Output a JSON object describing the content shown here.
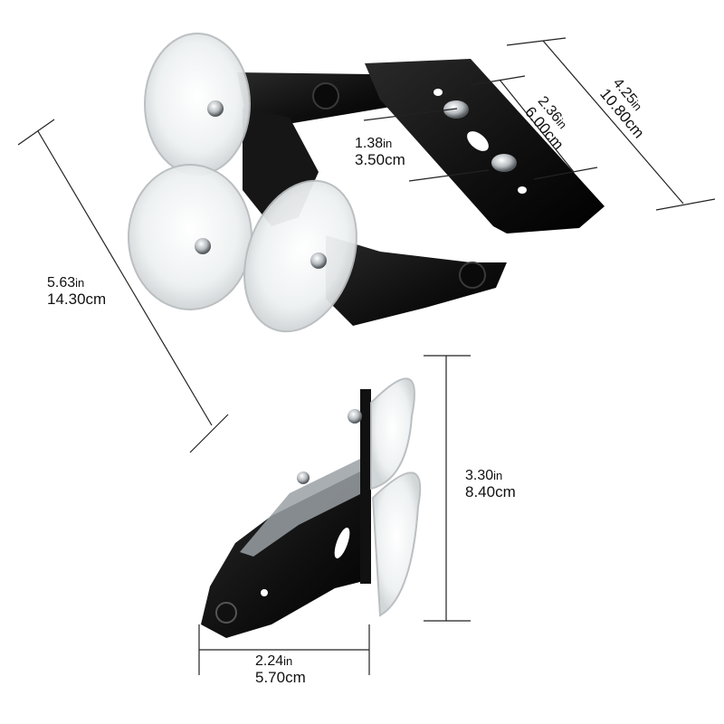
{
  "measurements": {
    "bracket_width": {
      "inches": "4.25",
      "inch_unit": "in",
      "cm": "10.80cm"
    },
    "hole_span": {
      "inches": "2.36",
      "inch_unit": "in",
      "cm": "6.00cm"
    },
    "hole_gap": {
      "inches": "1.38",
      "inch_unit": "in",
      "cm": "3.50cm"
    },
    "overall_length": {
      "inches": "5.63",
      "inch_unit": "in",
      "cm": "14.30cm"
    },
    "side_height": {
      "inches": "3.30",
      "inch_unit": "in",
      "cm": "8.40cm"
    },
    "side_depth": {
      "inches": "2.24",
      "inch_unit": "in",
      "cm": "5.70cm"
    }
  },
  "colors": {
    "metal": "#0e0e0e",
    "suction_cup_edge": "#b8bcbf",
    "suction_cup_fill": "#eef1f2",
    "dimension_line": "#222222"
  }
}
